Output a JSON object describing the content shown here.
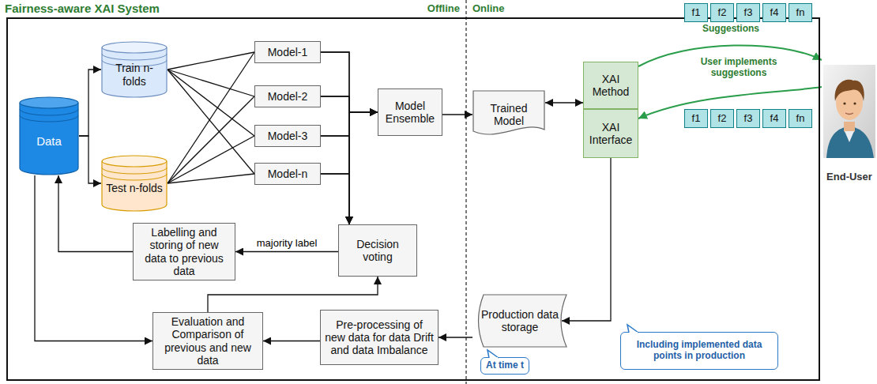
{
  "diagram": {
    "title": "Fairness-aware XAI System",
    "nodes": [
      {
        "text": [
          "Fairness-aware XAI System"
        ]
      },
      {
        "text": [
          "Data"
        ],
        "in": 0
      },
      {
        "text": [
          "Train n-folds"
        ],
        "in": 0
      },
      {
        "text": [
          "Test n-folds"
        ],
        "in": 0
      },
      {
        "text": [
          "Model-1"
        ],
        "in": 0
      },
      {
        "text": [
          "Model-2"
        ],
        "in": 0
      },
      {
        "text": [
          "Model-3"
        ],
        "in": 0
      },
      {
        "text": [
          "Model-n"
        ],
        "in": 0
      },
      {
        "text": [
          "Model Ensemble"
        ],
        "in": 0
      },
      {
        "text": [
          "Trained Model"
        ],
        "in": 0
      },
      {
        "text": [
          "XAI Method"
        ],
        "in": 0
      },
      {
        "text": [
          "XAI Interface"
        ],
        "in": 0
      },
      {
        "text": [
          "Decision voting"
        ],
        "in": 0
      },
      {
        "text": [
          "Labelling and storing of new data to previous data"
        ],
        "in": 0
      },
      {
        "text": [
          "Evaluation and Comparison of previous and new data"
        ],
        "in": 0
      },
      {
        "text": [
          "Pre-processing of new data for data Drift and data Imbalance"
        ],
        "in": 0
      },
      {
        "text": [
          "Production data storage"
        ],
        "in": 0
      },
      {
        "text": [
          "End-User"
        ]
      },
      {
        "text": [
          "At time t"
        ],
        "in": 0
      },
      {
        "text": [
          "Including implemented data points in production"
        ],
        "in": 0
      }
    ],
    "edges": [
      {
        "from": 1,
        "to": 2,
        "arrow": "to"
      },
      {
        "from": 1,
        "to": 3,
        "arrow": "to"
      },
      {
        "from": 2,
        "to": 4,
        "arrow": "none"
      },
      {
        "from": 2,
        "to": 5,
        "arrow": "none"
      },
      {
        "from": 2,
        "to": 6,
        "arrow": "none"
      },
      {
        "from": 2,
        "to": 7,
        "arrow": "none"
      },
      {
        "from": 3,
        "to": 4,
        "arrow": "none"
      },
      {
        "from": 3,
        "to": 5,
        "arrow": "none"
      },
      {
        "from": 3,
        "to": 6,
        "arrow": "none"
      },
      {
        "from": 3,
        "to": 7,
        "arrow": "none"
      },
      {
        "from": 4,
        "to": 8,
        "arrow": "to"
      },
      {
        "from": 5,
        "to": 8,
        "arrow": "to"
      },
      {
        "from": 6,
        "to": 8,
        "arrow": "to"
      },
      {
        "from": 7,
        "to": 8,
        "arrow": "to"
      },
      {
        "from": 4,
        "to": 12,
        "arrow": "to"
      },
      {
        "from": 5,
        "to": 12,
        "arrow": "to"
      },
      {
        "from": 6,
        "to": 12,
        "arrow": "to"
      },
      {
        "from": 7,
        "to": 12,
        "arrow": "to"
      },
      {
        "from": 8,
        "to": 9,
        "arrow": "to"
      },
      {
        "from": 9,
        "to": 10,
        "arrow": "both"
      },
      {
        "from": 11,
        "to": 16,
        "arrow": "to"
      },
      {
        "from": 16,
        "to": 15,
        "arrow": "to"
      },
      {
        "from": 15,
        "to": 14,
        "arrow": "to"
      },
      {
        "from": 1,
        "to": 14,
        "arrow": "to"
      },
      {
        "from": 14,
        "to": 12,
        "arrow": "to"
      },
      {
        "from": 12,
        "to": 13,
        "label": "majority label",
        "arrow": "to"
      },
      {
        "from": 13,
        "to": 1,
        "arrow": "to"
      },
      {
        "from": 10,
        "to": 17,
        "label": "Suggestions",
        "arrow": "to"
      },
      {
        "from": 17,
        "to": 11,
        "label": "User implements suggestions",
        "arrow": "to"
      }
    ],
    "labels": [
      "Offline",
      "Online",
      "f1",
      "f2",
      "f3",
      "f4",
      "fn",
      "f1",
      "f2",
      "f3",
      "f4",
      "fn"
    ]
  }
}
